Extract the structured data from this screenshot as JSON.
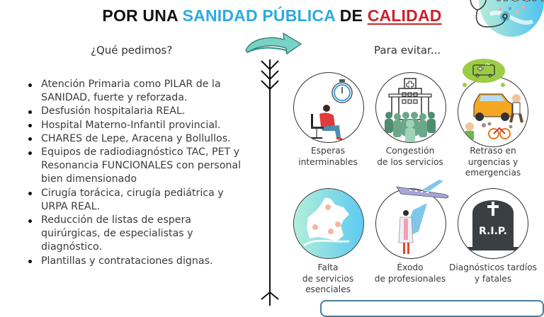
{
  "header": {
    "title_part1": "POR UNA ",
    "title_part2": "SANIDAD PÚBLICA",
    "title_part3": " DE ",
    "title_part4": "CALIDAD",
    "colors": {
      "dark": "#111111",
      "blue": "#2fa9df",
      "red": "#c9252c"
    }
  },
  "logo": {
    "name": "stethoscope-logo",
    "partial_text": "ONUSAI"
  },
  "left": {
    "heading": "¿Qué pedimos?",
    "items": [
      {
        "text": "Atención Primaria como PILAR de la SANIDAD, fuerte y reforzada."
      },
      {
        "text": "Desfusión hospitalaria REAL."
      },
      {
        "text": "Hospital Materno-Infantil provincial."
      },
      {
        "text": "CHARES de Lepe, Aracena y Bollullos."
      },
      {
        "text": "Equipos de radiodiagnóstico TAC, PET y Resonancia FUNCIONALES con personal bien dimensionado"
      },
      {
        "text": "Cirugía torácica, cirugía pediátrica y URPA REAL."
      },
      {
        "text": "Reducción de listas de espera quirúrgicas, de especialistas y diagnóstico."
      },
      {
        "text": "Plantillas y contrataciones dignas."
      }
    ]
  },
  "right": {
    "heading": "Para evitar...",
    "items": [
      {
        "icon": "waiting-woman-stopwatch-icon",
        "caption": "Esperas\ninterminables"
      },
      {
        "icon": "hospital-crowd-icon",
        "caption": "Congestión\nde los servicios"
      },
      {
        "icon": "car-accident-ambulance-icon",
        "caption": "Retraso en\nurgencias y\nemergencias"
      },
      {
        "icon": "province-map-icon",
        "caption": "Falta\nde servicios\nesenciales"
      },
      {
        "icon": "doctor-airplane-icon",
        "caption": "Éxodo\nde profesionales"
      },
      {
        "icon": "tombstone-rip-icon",
        "caption": "Diagnósticos tardíos\ny fatales"
      }
    ],
    "rip_text": "R.I.P."
  }
}
